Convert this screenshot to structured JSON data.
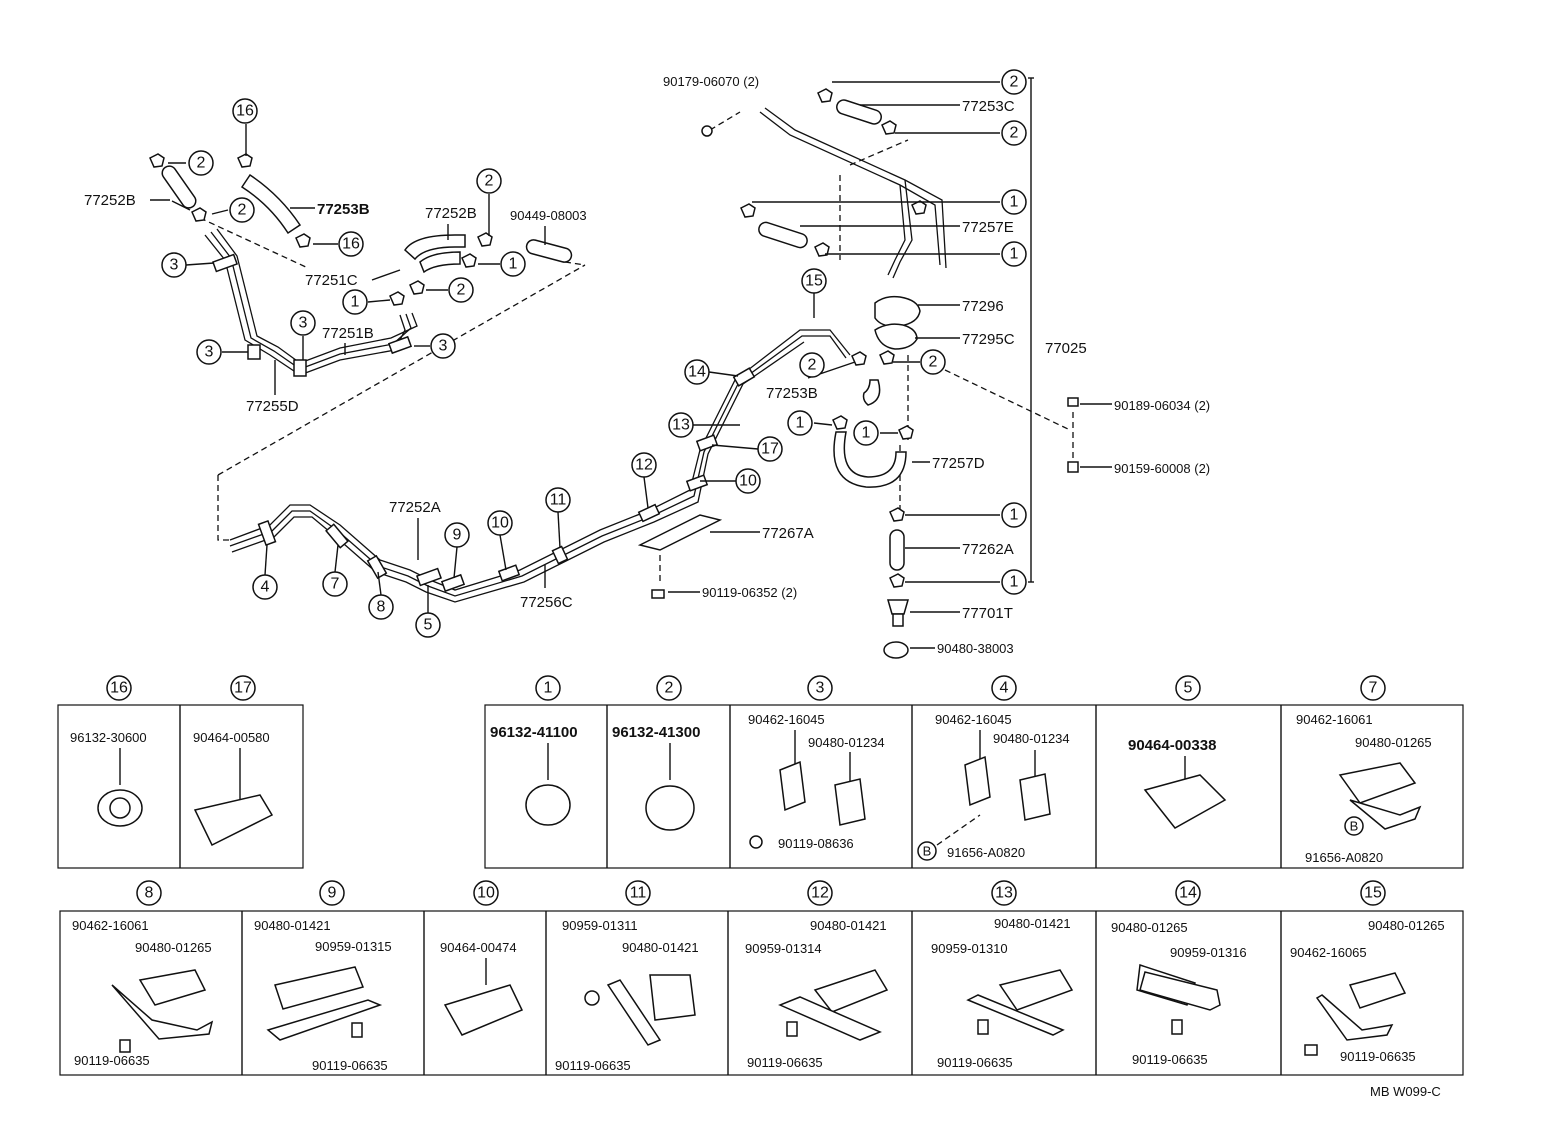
{
  "parts": {
    "p90179": "90179-06070 (2)",
    "p77253C": "77253C",
    "p77257E": "77257E",
    "p77296": "77296",
    "p77295C": "77295C",
    "p77025": "77025",
    "p90189": "90189-06034 (2)",
    "p90159": "90159-60008 (2)",
    "p77257D": "77257D",
    "p77262A": "77262A",
    "p77701T": "77701T",
    "p90480_38003": "90480-38003",
    "p77253B_r": "77253B",
    "p77267A": "77267A",
    "p90119_06352": "90119-06352 (2)",
    "p77252A": "77252A",
    "p77256C": "77256C",
    "p77252B_l": "77252B",
    "p77253B_l": "77253B",
    "p77252B_m": "77252B",
    "p90449": "90449-08003",
    "p77251C": "77251C",
    "p77251B": "77251B",
    "p77255D": "77255D"
  },
  "callouts": {
    "c1": "1",
    "c2": "2",
    "c3": "3",
    "c4": "4",
    "c5": "5",
    "c7": "7",
    "c8": "8",
    "c9": "9",
    "c10": "10",
    "c11": "11",
    "c12": "12",
    "c13": "13",
    "c14": "14",
    "c15": "15",
    "c16": "16",
    "c17": "17",
    "cB": "B"
  },
  "detail_row1": {
    "d16": {
      "num": "16",
      "parts": [
        "96132-30600"
      ]
    },
    "d17": {
      "num": "17",
      "parts": [
        "90464-00580"
      ]
    },
    "d1": {
      "num": "1",
      "parts": [
        "96132-41100"
      ]
    },
    "d2": {
      "num": "2",
      "parts": [
        "96132-41300"
      ]
    },
    "d3": {
      "num": "3",
      "parts": [
        "90462-16045",
        "90480-01234",
        "90119-08636"
      ]
    },
    "d4": {
      "num": "4",
      "parts": [
        "90462-16045",
        "90480-01234",
        "91656-A0820"
      ]
    },
    "d5": {
      "num": "5",
      "parts": [
        "90464-00338"
      ]
    },
    "d7": {
      "num": "7",
      "parts": [
        "90462-16061",
        "90480-01265",
        "91656-A0820"
      ]
    }
  },
  "detail_row2": {
    "d8": {
      "num": "8",
      "parts": [
        "90462-16061",
        "90480-01265",
        "90119-06635"
      ]
    },
    "d9": {
      "num": "9",
      "parts": [
        "90480-01421",
        "90959-01315",
        "90119-06635"
      ]
    },
    "d10": {
      "num": "10",
      "parts": [
        "90464-00474"
      ]
    },
    "d11": {
      "num": "11",
      "parts": [
        "90959-01311",
        "90480-01421",
        "90119-06635"
      ]
    },
    "d12": {
      "num": "12",
      "parts": [
        "90480-01421",
        "90959-01314",
        "90119-06635"
      ]
    },
    "d13": {
      "num": "13",
      "parts": [
        "90480-01421",
        "90959-01310",
        "90119-06635"
      ]
    },
    "d14": {
      "num": "14",
      "parts": [
        "90480-01265",
        "90959-01316",
        "90119-06635"
      ]
    },
    "d15": {
      "num": "15",
      "parts": [
        "90480-01265",
        "90462-16065",
        "90119-06635"
      ]
    }
  },
  "footer_code": "MB  W099-C"
}
